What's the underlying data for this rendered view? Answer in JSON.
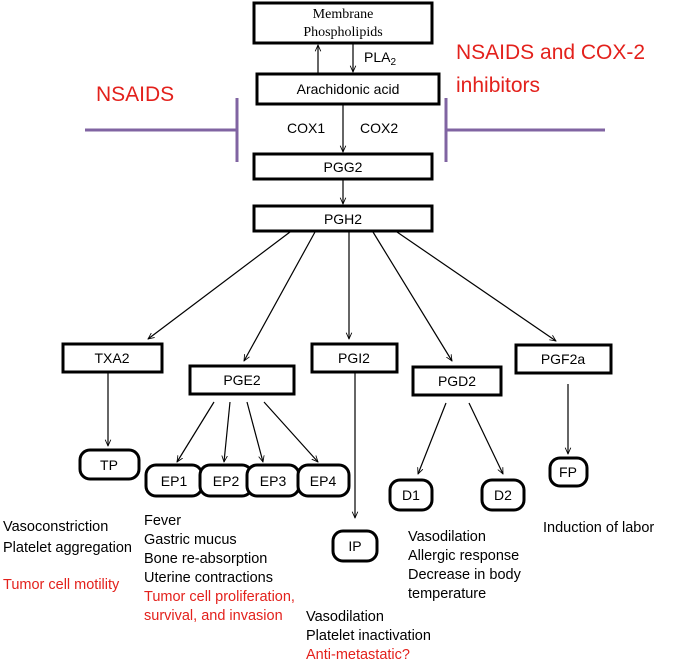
{
  "colors": {
    "inhibitor_line": "#8064a2",
    "highlight_text": "#e3211c",
    "box_stroke": "#000000"
  },
  "inhibitors": {
    "left_label": "NSAIDS",
    "right_label_line1": "NSAIDS and COX-2",
    "right_label_line2": "inhibitors"
  },
  "pathway": {
    "membrane_line1": "Membrane",
    "membrane_line2": "Phospholipids",
    "pla2_main": "PLA",
    "pla2_sub": "2",
    "arachidonic": "Arachidonic acid",
    "cox1": "COX1",
    "cox2": "COX2",
    "pgg2": "PGG2",
    "pgh2": "PGH2"
  },
  "prostanoids": {
    "txa2": "TXA2",
    "pge2": "PGE2",
    "pgi2": "PGI2",
    "pgd2": "PGD2",
    "pgf2a": "PGF2a"
  },
  "receptors": {
    "tp": "TP",
    "ep1": "EP1",
    "ep2": "EP2",
    "ep3": "EP3",
    "ep4": "EP4",
    "ip": "IP",
    "d1": "D1",
    "d2": "D2",
    "fp": "FP"
  },
  "effects": {
    "tp": [
      "Vasoconstriction",
      "Platelet aggregation"
    ],
    "tp_red": "Tumor cell motility",
    "ep": [
      "Fever",
      "Gastric mucus",
      "Bone re-absorption",
      "Uterine contractions"
    ],
    "ep_red": [
      "Tumor cell proliferation,",
      "survival, and invasion"
    ],
    "ip": [
      "Vasodilation",
      "Platelet inactivation"
    ],
    "ip_red": "Anti-metastatic?",
    "d": [
      "Vasodilation",
      "Allergic response",
      "Decrease in body",
      "temperature"
    ],
    "fp": "Induction of labor"
  }
}
